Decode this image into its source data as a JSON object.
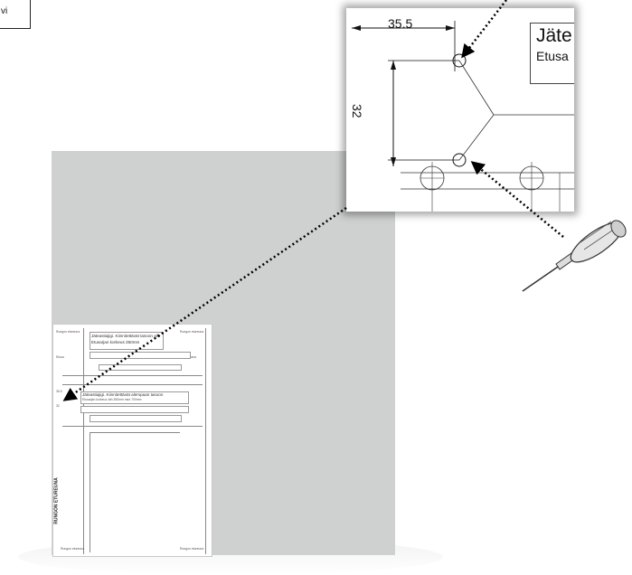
{
  "corner_label": "vi",
  "zoom": {
    "dimension_horizontal": "35.5",
    "dimension_vertical": "32",
    "title_main": "Jäte",
    "title_sub": "Etusa"
  },
  "sheet": {
    "header_line1": "Jäteastiajigi. Kiinnitettävät tasoon alle",
    "header_line2": "Etusarjan korkeus 350mm",
    "band_line1": "Jäteastiajigi. Kiinnitettävät alempaan tasoon",
    "band_line2": "Etusarjan korkeus väh 350mm max 700mm",
    "side_label": "RUNGON ETUREUNA",
    "dim_a": "35.5",
    "dim_b": "32",
    "corner_tl": "Rungon etureuna",
    "corner_tr": "Rungon etureuna",
    "corner_bl": "Rungon etureuna",
    "corner_br": "Rungon etureuna",
    "left_note": "Etusa",
    "right_note": "Takasa"
  },
  "icons": {
    "awl": "awl-tool-icon",
    "arrows": "dotted-arrow-icon"
  }
}
